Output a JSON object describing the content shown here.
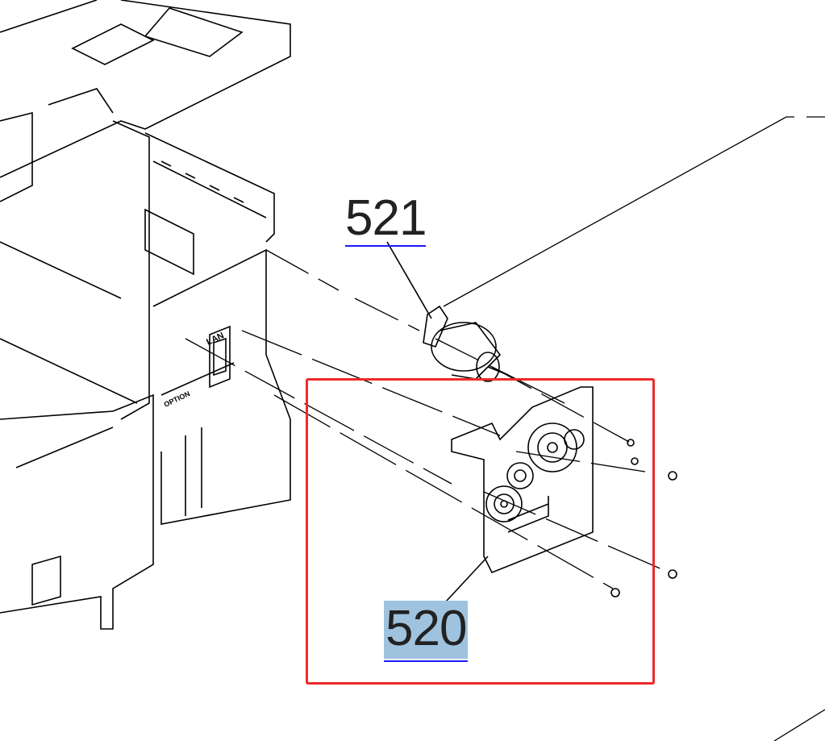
{
  "diagram": {
    "callouts": [
      {
        "id": "521",
        "label": "521"
      },
      {
        "id": "520",
        "label": "520",
        "selected": true
      }
    ],
    "panel_labels": {
      "lan": "LAN",
      "option": "OPTION"
    },
    "colors": {
      "selection_box": "#ee2a2a",
      "callout_highlight": "#9fc3df",
      "callout_underline": "#1a1aff",
      "line": "#000000"
    }
  }
}
